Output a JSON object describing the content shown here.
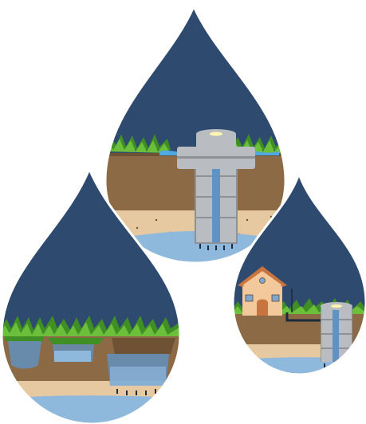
{
  "illustration": {
    "colors": {
      "sky": "#2e4a6e",
      "grass": "#6cbf3a",
      "grass_dark": "#3f8f25",
      "soil": "#8b6a45",
      "soil_dark": "#6e5233",
      "sand": "#e6c9a0",
      "water": "#8fb8dd",
      "water_dark": "#5f93c4",
      "concrete": "#b9bcc0",
      "concrete_dark": "#8e9196",
      "stream": "#4fa8e0",
      "house_wall": "#f3c89a",
      "house_roof": "#c9733f"
    },
    "drops": [
      {
        "name": "drop-top-well",
        "subject": "concrete-ring-well"
      },
      {
        "name": "drop-left-pits",
        "subject": "drainage-pits"
      },
      {
        "name": "drop-right-house",
        "subject": "house-with-well"
      }
    ]
  }
}
